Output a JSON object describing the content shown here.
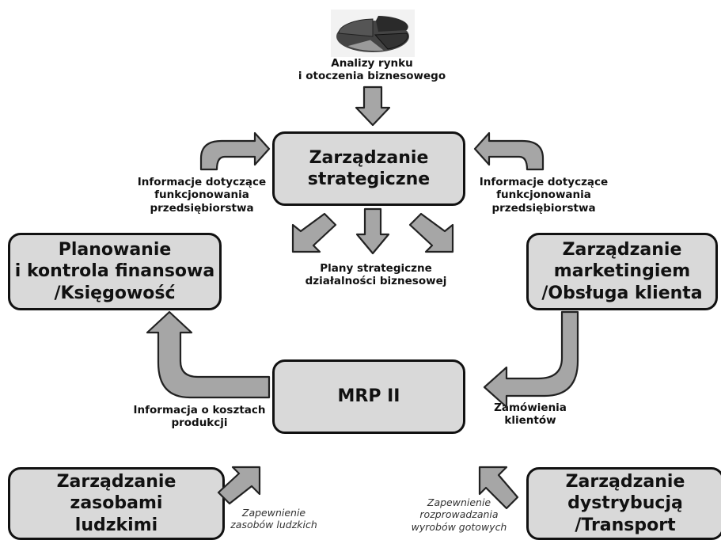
{
  "boxes": {
    "strategic": "Zarządzanie\nstrategiczne",
    "finance": "Planowanie\ni kontrola finansowa\n/Księgowość",
    "marketing": "Zarządzanie\nmarketingiem\n/Obsługa klienta",
    "mrp": "MRP II",
    "hr": "Zarządzanie zasobami\nludzkimi",
    "distribution": "Zarządzanie\ndystrybucją\n/Transport"
  },
  "labels": {
    "market_analysis": "Analizy rynku\ni otoczenia biznesowego",
    "info_left": "Informacje dotyczące\nfunkcjonowania\nprzedsiębiorstwa",
    "info_right": "Informacje dotyczące\nfunkcjonowania\nprzedsiębiorstwa",
    "strategic_plans": "Plany strategiczne\ndziałalności biznesowej",
    "cost_info": "Informacja o kosztach\nprodukcji",
    "orders": "Zamówienia\nklientów",
    "hr_supply": "Zapewnienie\nzasobów ludzkich",
    "distribution_supply": "Zapewnienie\nrozprowadzania\nwyrobów gotowych"
  },
  "colors": {
    "box_fill": "#d9d9d9",
    "arrow_fill": "#a6a6a6",
    "outline": "#111111"
  },
  "icons": [
    "pie-chart-icon"
  ]
}
